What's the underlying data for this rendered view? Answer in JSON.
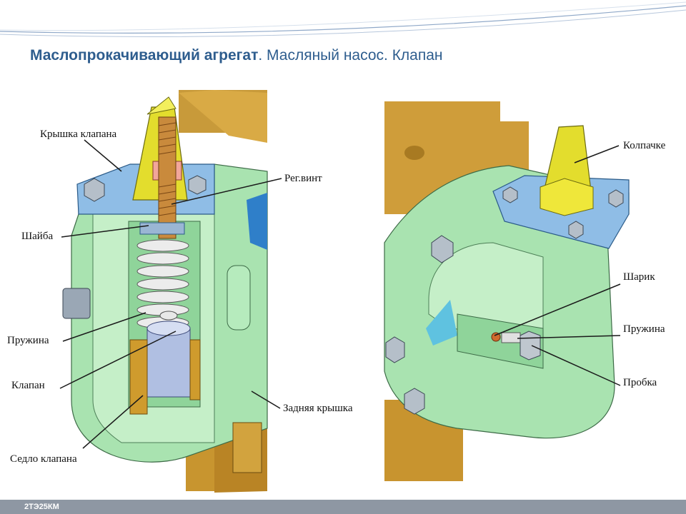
{
  "slide": {
    "title_bold": "Маслопрокачивающий агрегат",
    "title_rest": ". Масляный насос. Клапан",
    "footer": "2ТЭ25КМ"
  },
  "labels": {
    "valve_cover": "Крышка клапана",
    "washer": "Шайба",
    "spring_left": "Пружина",
    "valve": "Клапан",
    "valve_seat": "Седло клапана",
    "adj_screw": "Рег.винт",
    "back_cover": "Задняя крышка",
    "cap": "Колпачке",
    "ball": "Шарик",
    "spring_right": "Пружина",
    "plug": "Пробка"
  }
}
